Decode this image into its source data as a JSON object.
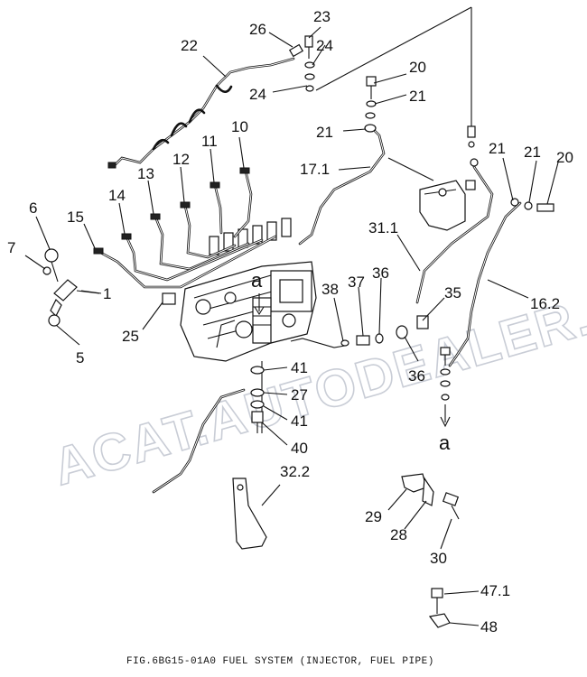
{
  "figure": {
    "caption": "FIG.6BG15-01A0  FUEL SYSTEM (INJECTOR, FUEL PIPE)"
  },
  "watermark": "ACAT.AUTODEALER.RU",
  "connector_label": "a",
  "callouts": [
    "23",
    "26",
    "24",
    "22",
    "24",
    "20",
    "21",
    "21",
    "10",
    "11",
    "12",
    "13",
    "14",
    "15",
    "6",
    "7",
    "1",
    "5",
    "25",
    "17.1",
    "31.1",
    "21",
    "21",
    "20",
    "38",
    "37",
    "36",
    "35",
    "16.2",
    "36",
    "41",
    "27",
    "41",
    "40",
    "32.2",
    "29",
    "28",
    "30",
    "47.1",
    "48"
  ]
}
